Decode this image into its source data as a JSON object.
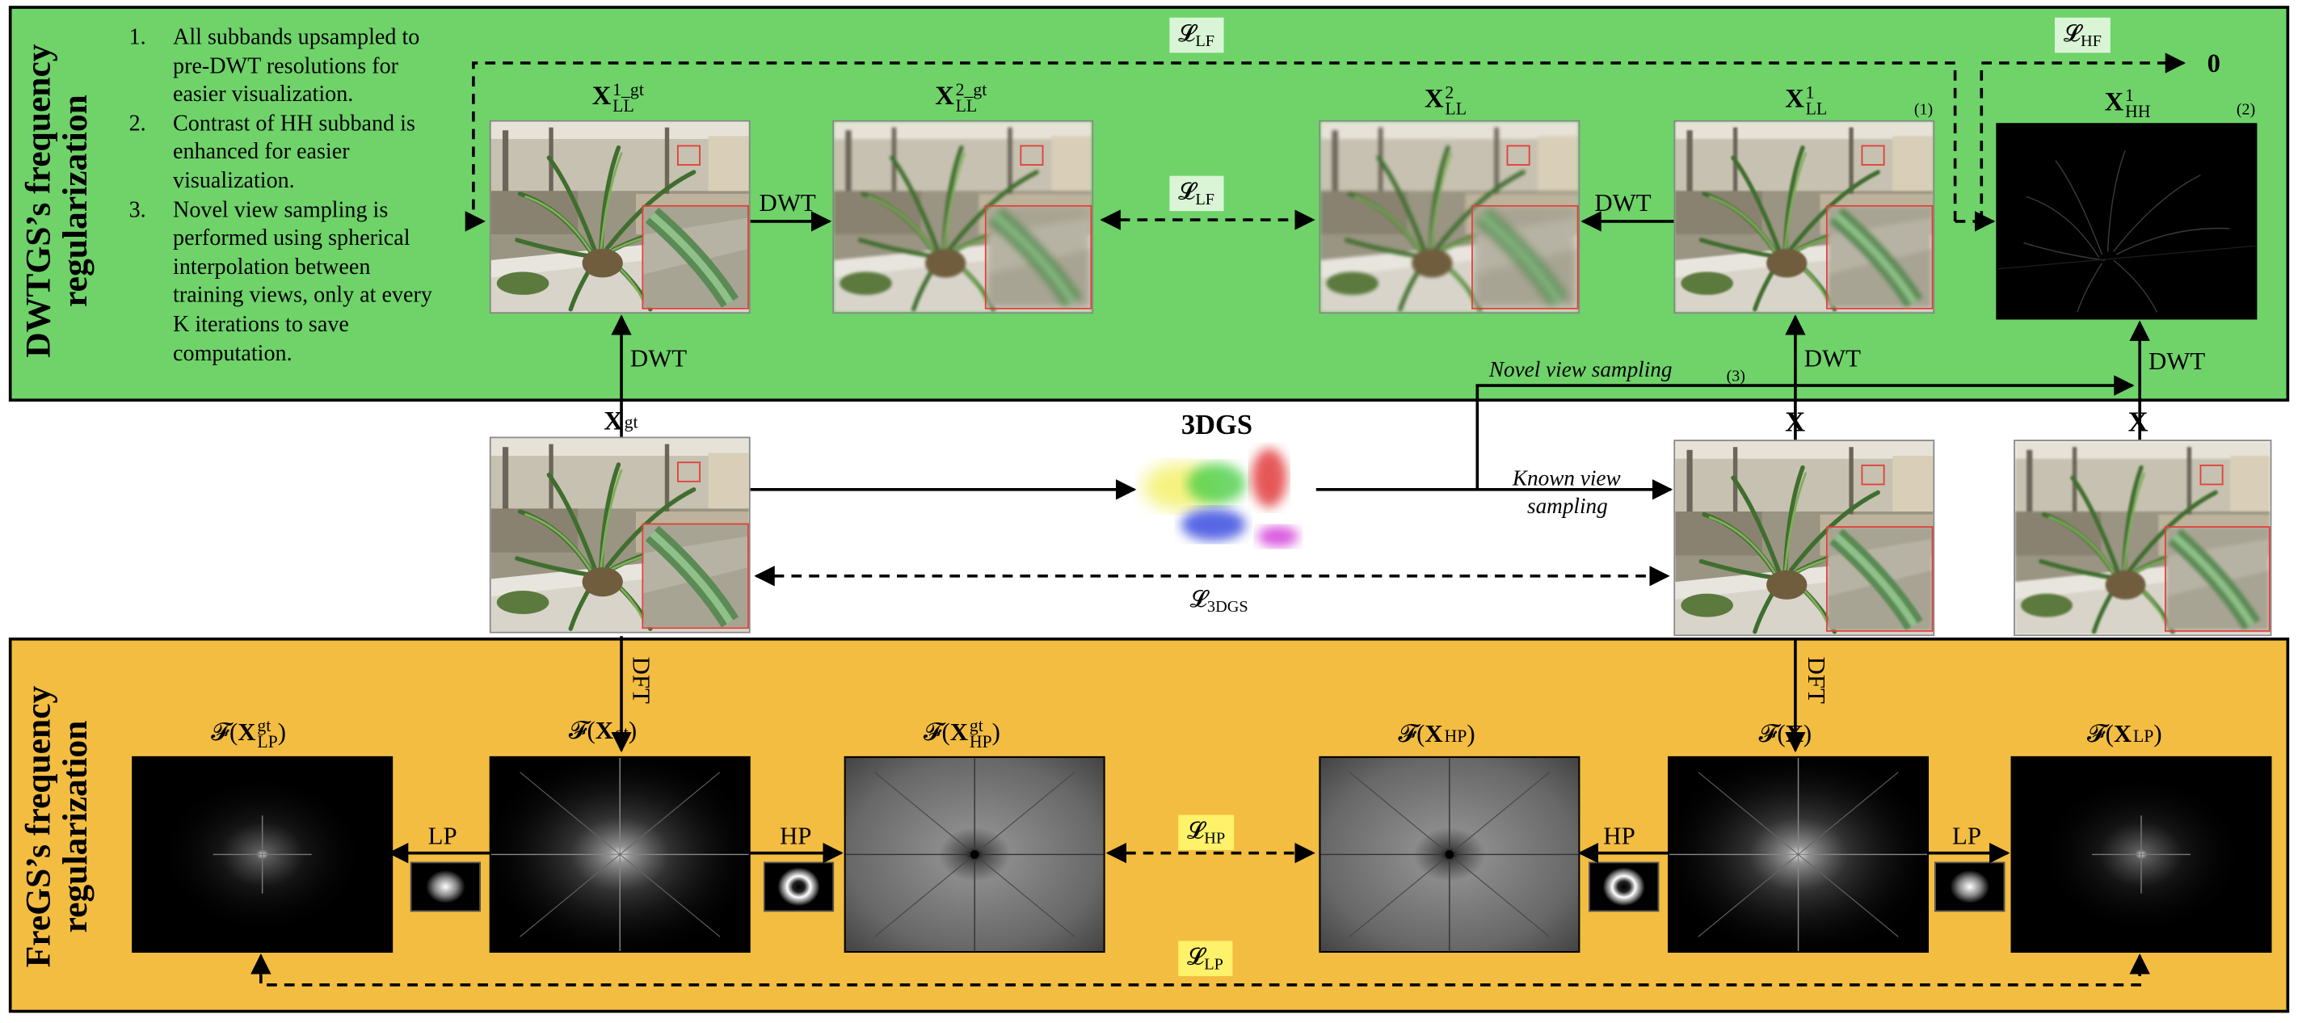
{
  "panels": {
    "dwtgs_title": "DWTGS’s frequency regularization",
    "fregs_title": "FreGS’s frequency regularization"
  },
  "notes": [
    {
      "num": "1.",
      "text": "All subbands upsampled to pre-DWT resolutions for easier visualization."
    },
    {
      "num": "2.",
      "text": "Contrast of HH subband is enhanced for easier visualization."
    },
    {
      "num": "3.",
      "text": "Novel view sampling is performed using spherical interpolation between training views, only at every K iterations to save computation."
    }
  ],
  "labels": {
    "x_ll1_gt": {
      "main": "X",
      "sub": "LL",
      "sup": "1_gt"
    },
    "x_ll2_gt": {
      "main": "X",
      "sub": "LL",
      "sup": "2_gt"
    },
    "x_ll2": {
      "main": "X",
      "sub": "LL",
      "sup": "2"
    },
    "x_ll1": {
      "main": "X",
      "sub": "LL",
      "sup": "1"
    },
    "x_hh1": {
      "main": "X",
      "sub": "HH",
      "sup": "1"
    },
    "x_gt": {
      "main": "X",
      "sup": "gt"
    },
    "x_pred": {
      "main": "X"
    },
    "x_pred2": {
      "main": "X"
    },
    "f_xlp_gt": {
      "pre": "𝓕(",
      "main": "X",
      "sub": "LP",
      "sup": "gt",
      "post": ")"
    },
    "f_xgt": {
      "pre": "𝓕(",
      "main": "X",
      "sup": "gt",
      "post": ")"
    },
    "f_xhp_gt": {
      "pre": "𝓕(",
      "main": "X",
      "sub": "HP",
      "sup": "gt",
      "post": ")"
    },
    "f_xhp": {
      "pre": "𝓕(",
      "main": "X",
      "sub": "HP",
      "post": ")"
    },
    "f_x": {
      "pre": "𝓕(",
      "main": "X",
      "post": ")"
    },
    "f_xlp": {
      "pre": "𝓕(",
      "main": "X",
      "sub": "LP",
      "post": ")"
    }
  },
  "ops": {
    "dwt": "DWT",
    "dft": "DFT",
    "lp": "LP",
    "hp": "HP",
    "zero": "0",
    "model": "3DGS",
    "novel_view": "Novel view sampling",
    "known_view_1": "Known view",
    "known_view_2": "sampling"
  },
  "footnote_marks": {
    "one": "(1)",
    "two": "(2)",
    "three": "(3)"
  },
  "losses": {
    "lf": {
      "sym": "𝓛",
      "sub": "LF"
    },
    "hf": {
      "sym": "𝓛",
      "sub": "HF"
    },
    "lf_mid": {
      "sym": "𝓛",
      "sub": "LF"
    },
    "gs": {
      "sym": "𝓛",
      "sub": "3DGS"
    },
    "hp": {
      "sym": "𝓛",
      "sub": "HP"
    },
    "lp": {
      "sym": "𝓛",
      "sub": "LP"
    }
  },
  "colors": {
    "dwt_panel": "#6fd36a",
    "fre_panel": "#f3bd42",
    "lf_label_bg": "#d9f5d5",
    "hp_label_bg": "#fff26b",
    "zoom_box": "#e0403a"
  },
  "icons": [
    "plant-photo",
    "zoom-inset",
    "spectrum-image",
    "lowpass-mask",
    "highpass-mask",
    "gaussian-blob"
  ]
}
